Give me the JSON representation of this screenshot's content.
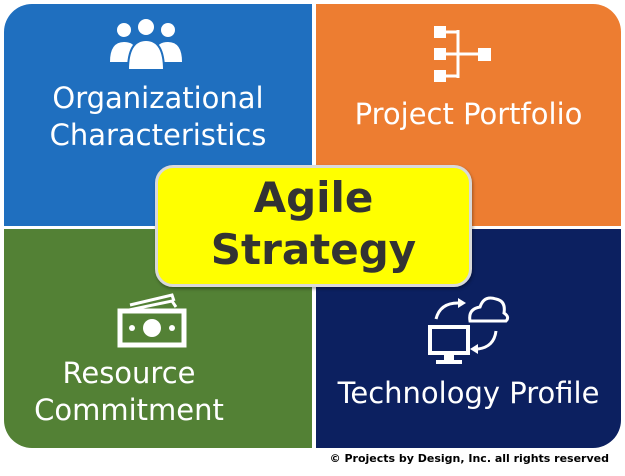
{
  "quadrants": {
    "top_left": {
      "label": "Organizational\nCharacteristics",
      "color": "#1f6fbf",
      "icon": "group-icon"
    },
    "top_right": {
      "label": "Project Portfolio",
      "color": "#ed7d31",
      "icon": "hierarchy-icon"
    },
    "bottom_left": {
      "label": "Resource\nCommitment",
      "color": "#538135",
      "icon": "money-stack-icon"
    },
    "bottom_right": {
      "label": "Technology Profile",
      "color": "#0c2060",
      "icon": "cloud-sync-icon"
    }
  },
  "center": {
    "label": "Agile\nStrategy",
    "color": "#ffff00"
  },
  "footer": {
    "copyright": "© Projects by Design, Inc. all rights reserved"
  }
}
